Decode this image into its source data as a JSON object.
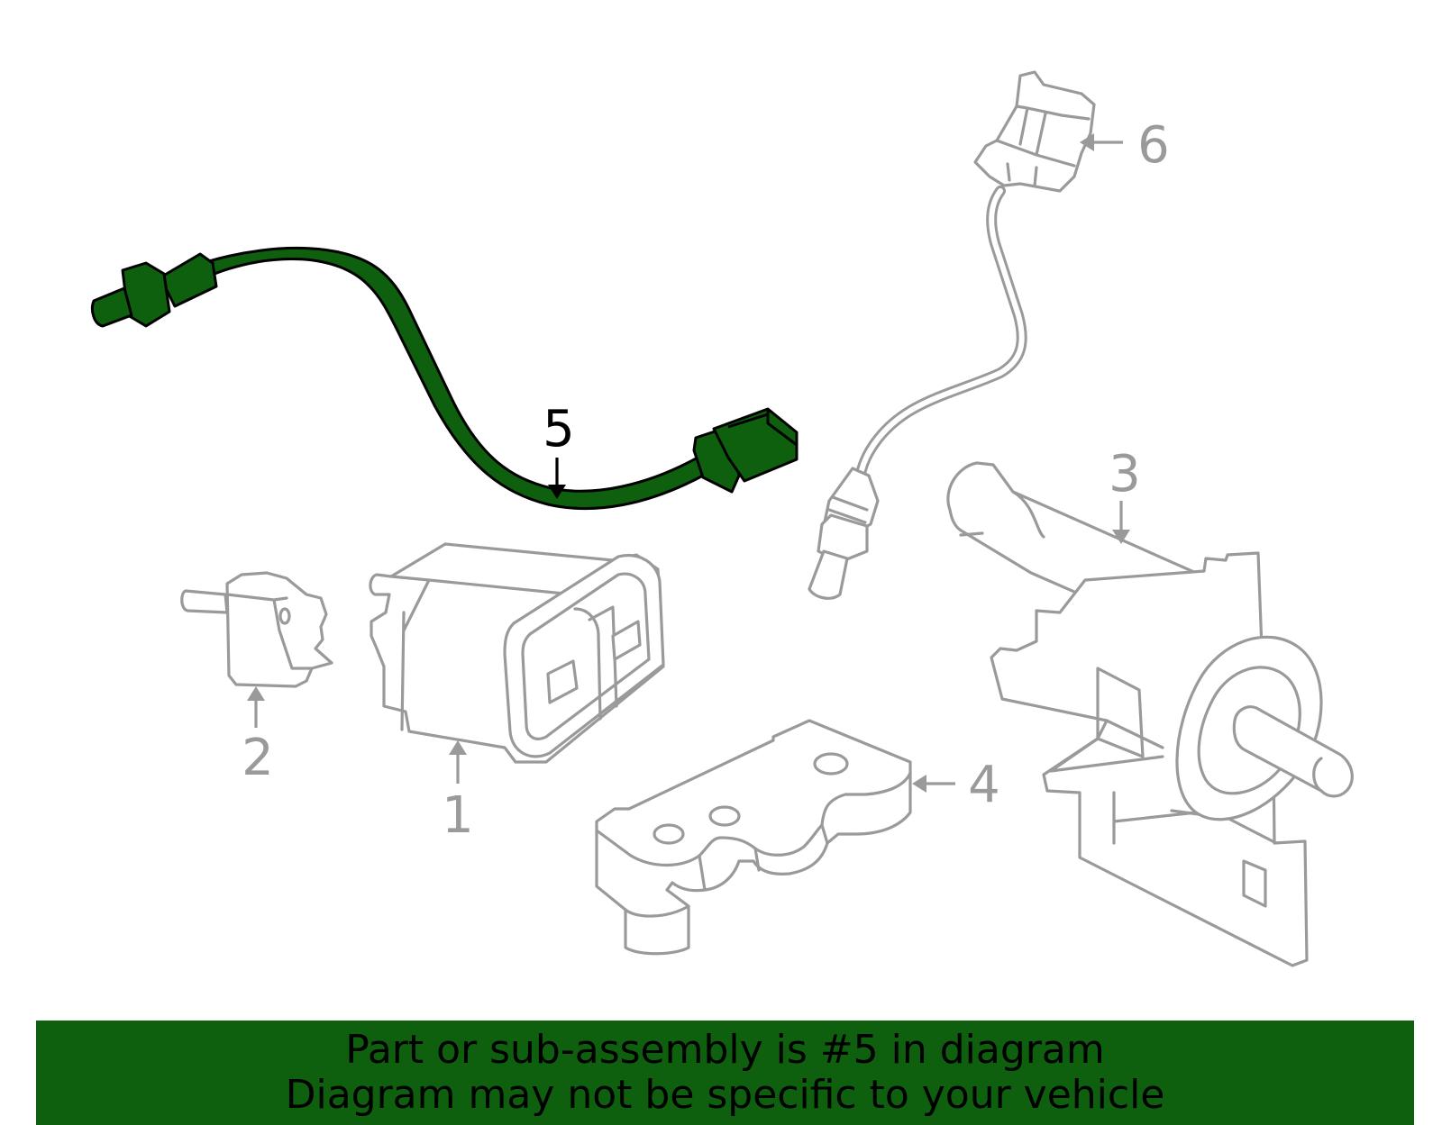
{
  "callouts": {
    "part_1": "1",
    "part_2": "2",
    "part_3": "3",
    "part_4": "4",
    "part_5": "5",
    "part_6": "6"
  },
  "highlighted_part": "5",
  "banner": {
    "line_1": "Part or sub-assembly is #5 in diagram",
    "line_2": "Diagram may not be specific to your vehicle"
  },
  "colors": {
    "highlight": "#0e5f0e",
    "outline": "#9a9a9a",
    "banner_bg": "#0e5f0e"
  }
}
